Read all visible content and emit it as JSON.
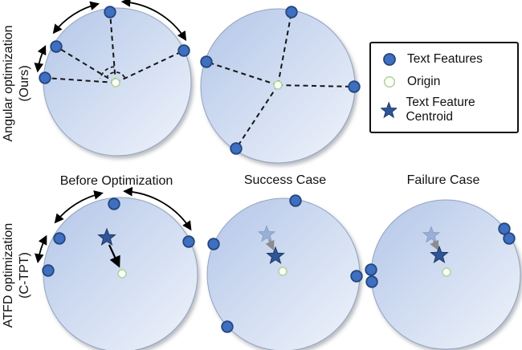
{
  "figure": {
    "row_labels": [
      {
        "line1": "Angular optimization",
        "line2": "(Ours)"
      },
      {
        "line1": "ATFD optimization",
        "line2": "(C-TPT)"
      }
    ],
    "panel_titles": {
      "before": "Before Optimization",
      "success": "Success Case",
      "failure": "Failure Case"
    },
    "legend": {
      "items": [
        {
          "icon": "text-feature-dot",
          "label": "Text Features"
        },
        {
          "icon": "origin-dot",
          "label": "Origin"
        },
        {
          "icon": "centroid-star",
          "label": "Text Feature Centroid"
        }
      ]
    },
    "colors": {
      "text_feature_fill": "#3f6fc1",
      "text_feature_stroke": "#24477e",
      "origin_fill": "#ffffff",
      "origin_stroke": "#b5d69e",
      "centroid_star_fill": "#2e5597",
      "centroid_star_faded_fill": "#8fa8d0",
      "sphere_gradient_start": "#b3c6e8",
      "sphere_gradient_end": "#f0f4fb",
      "arrow_black": "#000000",
      "arrow_gray": "#8c8c8c",
      "legend_border": "#111111"
    }
  }
}
